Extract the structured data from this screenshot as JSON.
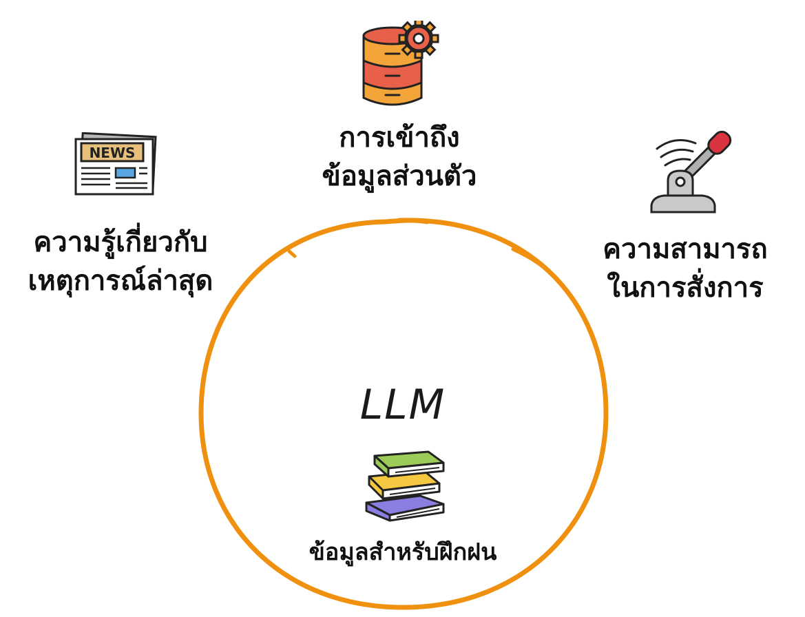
{
  "center": {
    "title": "LLM"
  },
  "nodes": {
    "data_access": {
      "line1": "การเข้าถึง",
      "line2": "ข้อมูลส่วนตัว",
      "icon": "database-gear-icon"
    },
    "news": {
      "line1": "ความรู้เกี่ยวกับ",
      "line2": "เหตุการณ์ล่าสุด",
      "icon": "newspaper-icon",
      "icon_text": "NEWS"
    },
    "control": {
      "line1": "ความสามารถ",
      "line2": "ในการสั่งการ",
      "icon": "joystick-lever-icon"
    },
    "training": {
      "line1": "ข้อมูลสำหรับฝึกฝน",
      "icon": "books-stack-icon"
    }
  },
  "colors": {
    "circle": "#F0900F",
    "db_orange": "#F4A53A",
    "db_red": "#E8604A",
    "book_green": "#9CCB5A",
    "book_yellow": "#F5C842",
    "book_purple": "#8A7FE0",
    "lever_red": "#D9343F",
    "news_tan": "#E7C07C",
    "news_blue": "#5AA6E0"
  }
}
